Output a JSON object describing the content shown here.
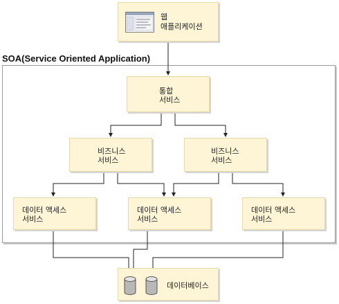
{
  "soa": {
    "title": "SOA(Service Oriented Application)"
  },
  "web_app": {
    "line1": "웹",
    "line2": "애플리케이션"
  },
  "integration": {
    "line1": "통합",
    "line2": "서비스"
  },
  "business": [
    {
      "line1": "비즈니스",
      "line2": "서비스"
    },
    {
      "line1": "비즈니스",
      "line2": "서비스"
    }
  ],
  "data_access": [
    {
      "line1": "데이터 액세스",
      "line2": "서비스"
    },
    {
      "line1": "데이터 액세스",
      "line2": "서비스"
    },
    {
      "line1": "데이터 액세스",
      "line2": "서비스"
    }
  ],
  "database": {
    "label": "데이터베이스"
  },
  "colors": {
    "box_fill": "#fdf5d6",
    "box_border": "#e7d9a6",
    "line": "#222222"
  }
}
